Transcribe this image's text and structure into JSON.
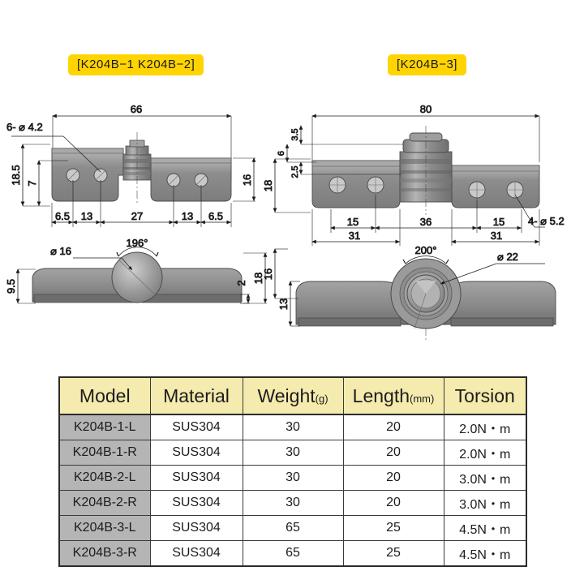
{
  "labels": {
    "left_chip": "[K204B−1  K204B−2]",
    "right_chip": "[K204B−3]"
  },
  "drawing_left": {
    "view_top": {
      "overall_width": "66",
      "hole_callout": "6- ⌀ 4.2",
      "height_total": "18.5",
      "hole_center_height": "7",
      "plate_height_right": "16",
      "bottom_dims": [
        "6.5",
        "13",
        "27",
        "13",
        "6.5"
      ]
    },
    "view_side": {
      "angle": "196°",
      "pin_diameter": "⌀ 16",
      "height_left": "9.5",
      "leaf_thickness": "2",
      "height_total": "18"
    }
  },
  "drawing_right": {
    "view_top": {
      "overall_width": "80",
      "hole_callout": "4- ⌀ 5.2",
      "dim_3_5": "3.5",
      "dim_6": "6",
      "dim_2_5": "2.5",
      "height_total": "18",
      "bottom_dims": [
        "15",
        "36",
        "15"
      ],
      "bottom_dims_2": [
        "31",
        "31"
      ]
    },
    "view_side": {
      "angle": "200°",
      "pin_diameter": "⌀ 22",
      "height_total": "16",
      "height_body": "13"
    }
  },
  "table": {
    "columns": [
      {
        "label": "Model",
        "unit": ""
      },
      {
        "label": "Material",
        "unit": ""
      },
      {
        "label": "Weight",
        "unit": "(g)"
      },
      {
        "label": "Length",
        "unit": "(mm)"
      },
      {
        "label": "Torsion",
        "unit": ""
      }
    ],
    "rows": [
      {
        "model": "K204B-1-L",
        "material": "SUS304",
        "weight": "30",
        "length": "20",
        "torsion": "2.0N・m"
      },
      {
        "model": "K204B-1-R",
        "material": "SUS304",
        "weight": "30",
        "length": "20",
        "torsion": "2.0N・m"
      },
      {
        "model": "K204B-2-L",
        "material": "SUS304",
        "weight": "30",
        "length": "20",
        "torsion": "3.0N・m"
      },
      {
        "model": "K204B-2-R",
        "material": "SUS304",
        "weight": "30",
        "length": "20",
        "torsion": "3.0N・m"
      },
      {
        "model": "K204B-3-L",
        "material": "SUS304",
        "weight": "65",
        "length": "25",
        "torsion": "4.5N・m"
      },
      {
        "model": "K204B-3-R",
        "material": "SUS304",
        "weight": "65",
        "length": "25",
        "torsion": "4.5N・m"
      }
    ]
  },
  "colors": {
    "chip_yellow": "#FFD400",
    "table_header": "#F5EBAE",
    "model_cell": "#B5B5B5",
    "metal_body": "#8F8F8F",
    "line": "#1a1a1a"
  }
}
